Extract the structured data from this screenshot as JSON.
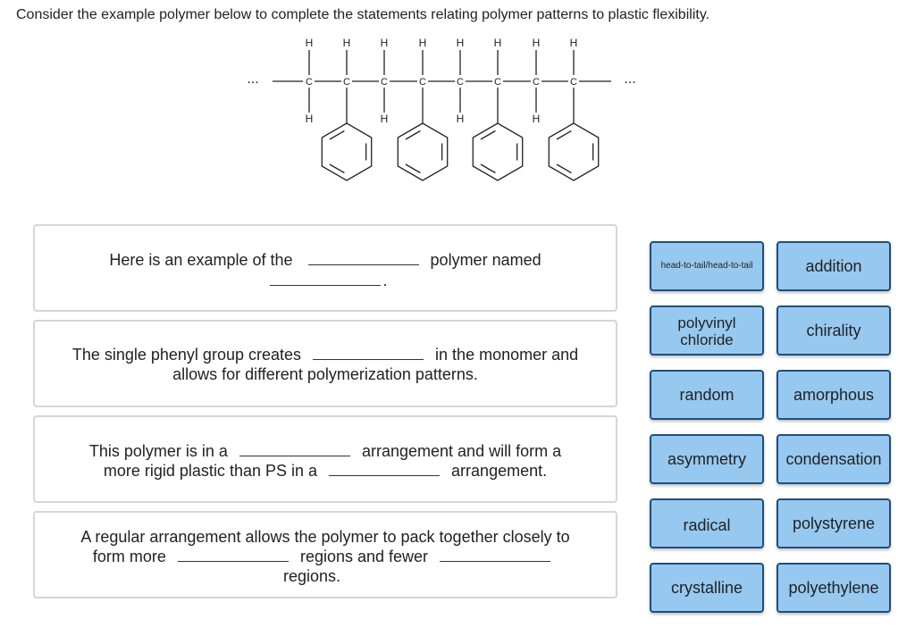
{
  "instruction": "Consider the example polymer below to complete the statements relating polymer patterns to plastic flexibility.",
  "structure": {
    "h_label": "H",
    "c_label": "C",
    "ellipsis": "..."
  },
  "statements": [
    {
      "line1_pre": "Here is an example of the",
      "line1_post": "polymer named",
      "line2_post": "."
    },
    {
      "line1_pre": "The single phenyl group creates",
      "line1_post": "in the monomer and",
      "line2": "allows for different polymerization patterns."
    },
    {
      "line1_pre": "This polymer is in a",
      "line1_post": "arrangement and will form a",
      "line2_pre": "more rigid plastic than PS in a",
      "line2_post": "arrangement."
    },
    {
      "line1": "A regular arrangement allows the polymer to pack together closely to",
      "line2_pre": "form more",
      "line2_mid": "regions and fewer",
      "line3": "regions."
    }
  ],
  "answer_tiles": [
    {
      "label": "head-to-tail/head-to-tail"
    },
    {
      "label": "addition"
    },
    {
      "label": "polyvinyl chloride"
    },
    {
      "label": "chirality"
    },
    {
      "label": "random"
    },
    {
      "label": "amorphous"
    },
    {
      "label": "asymmetry"
    },
    {
      "label": "condensation"
    },
    {
      "label": "radical"
    },
    {
      "label": "polystyrene"
    },
    {
      "label": "crystalline"
    },
    {
      "label": "polyethylene"
    }
  ]
}
